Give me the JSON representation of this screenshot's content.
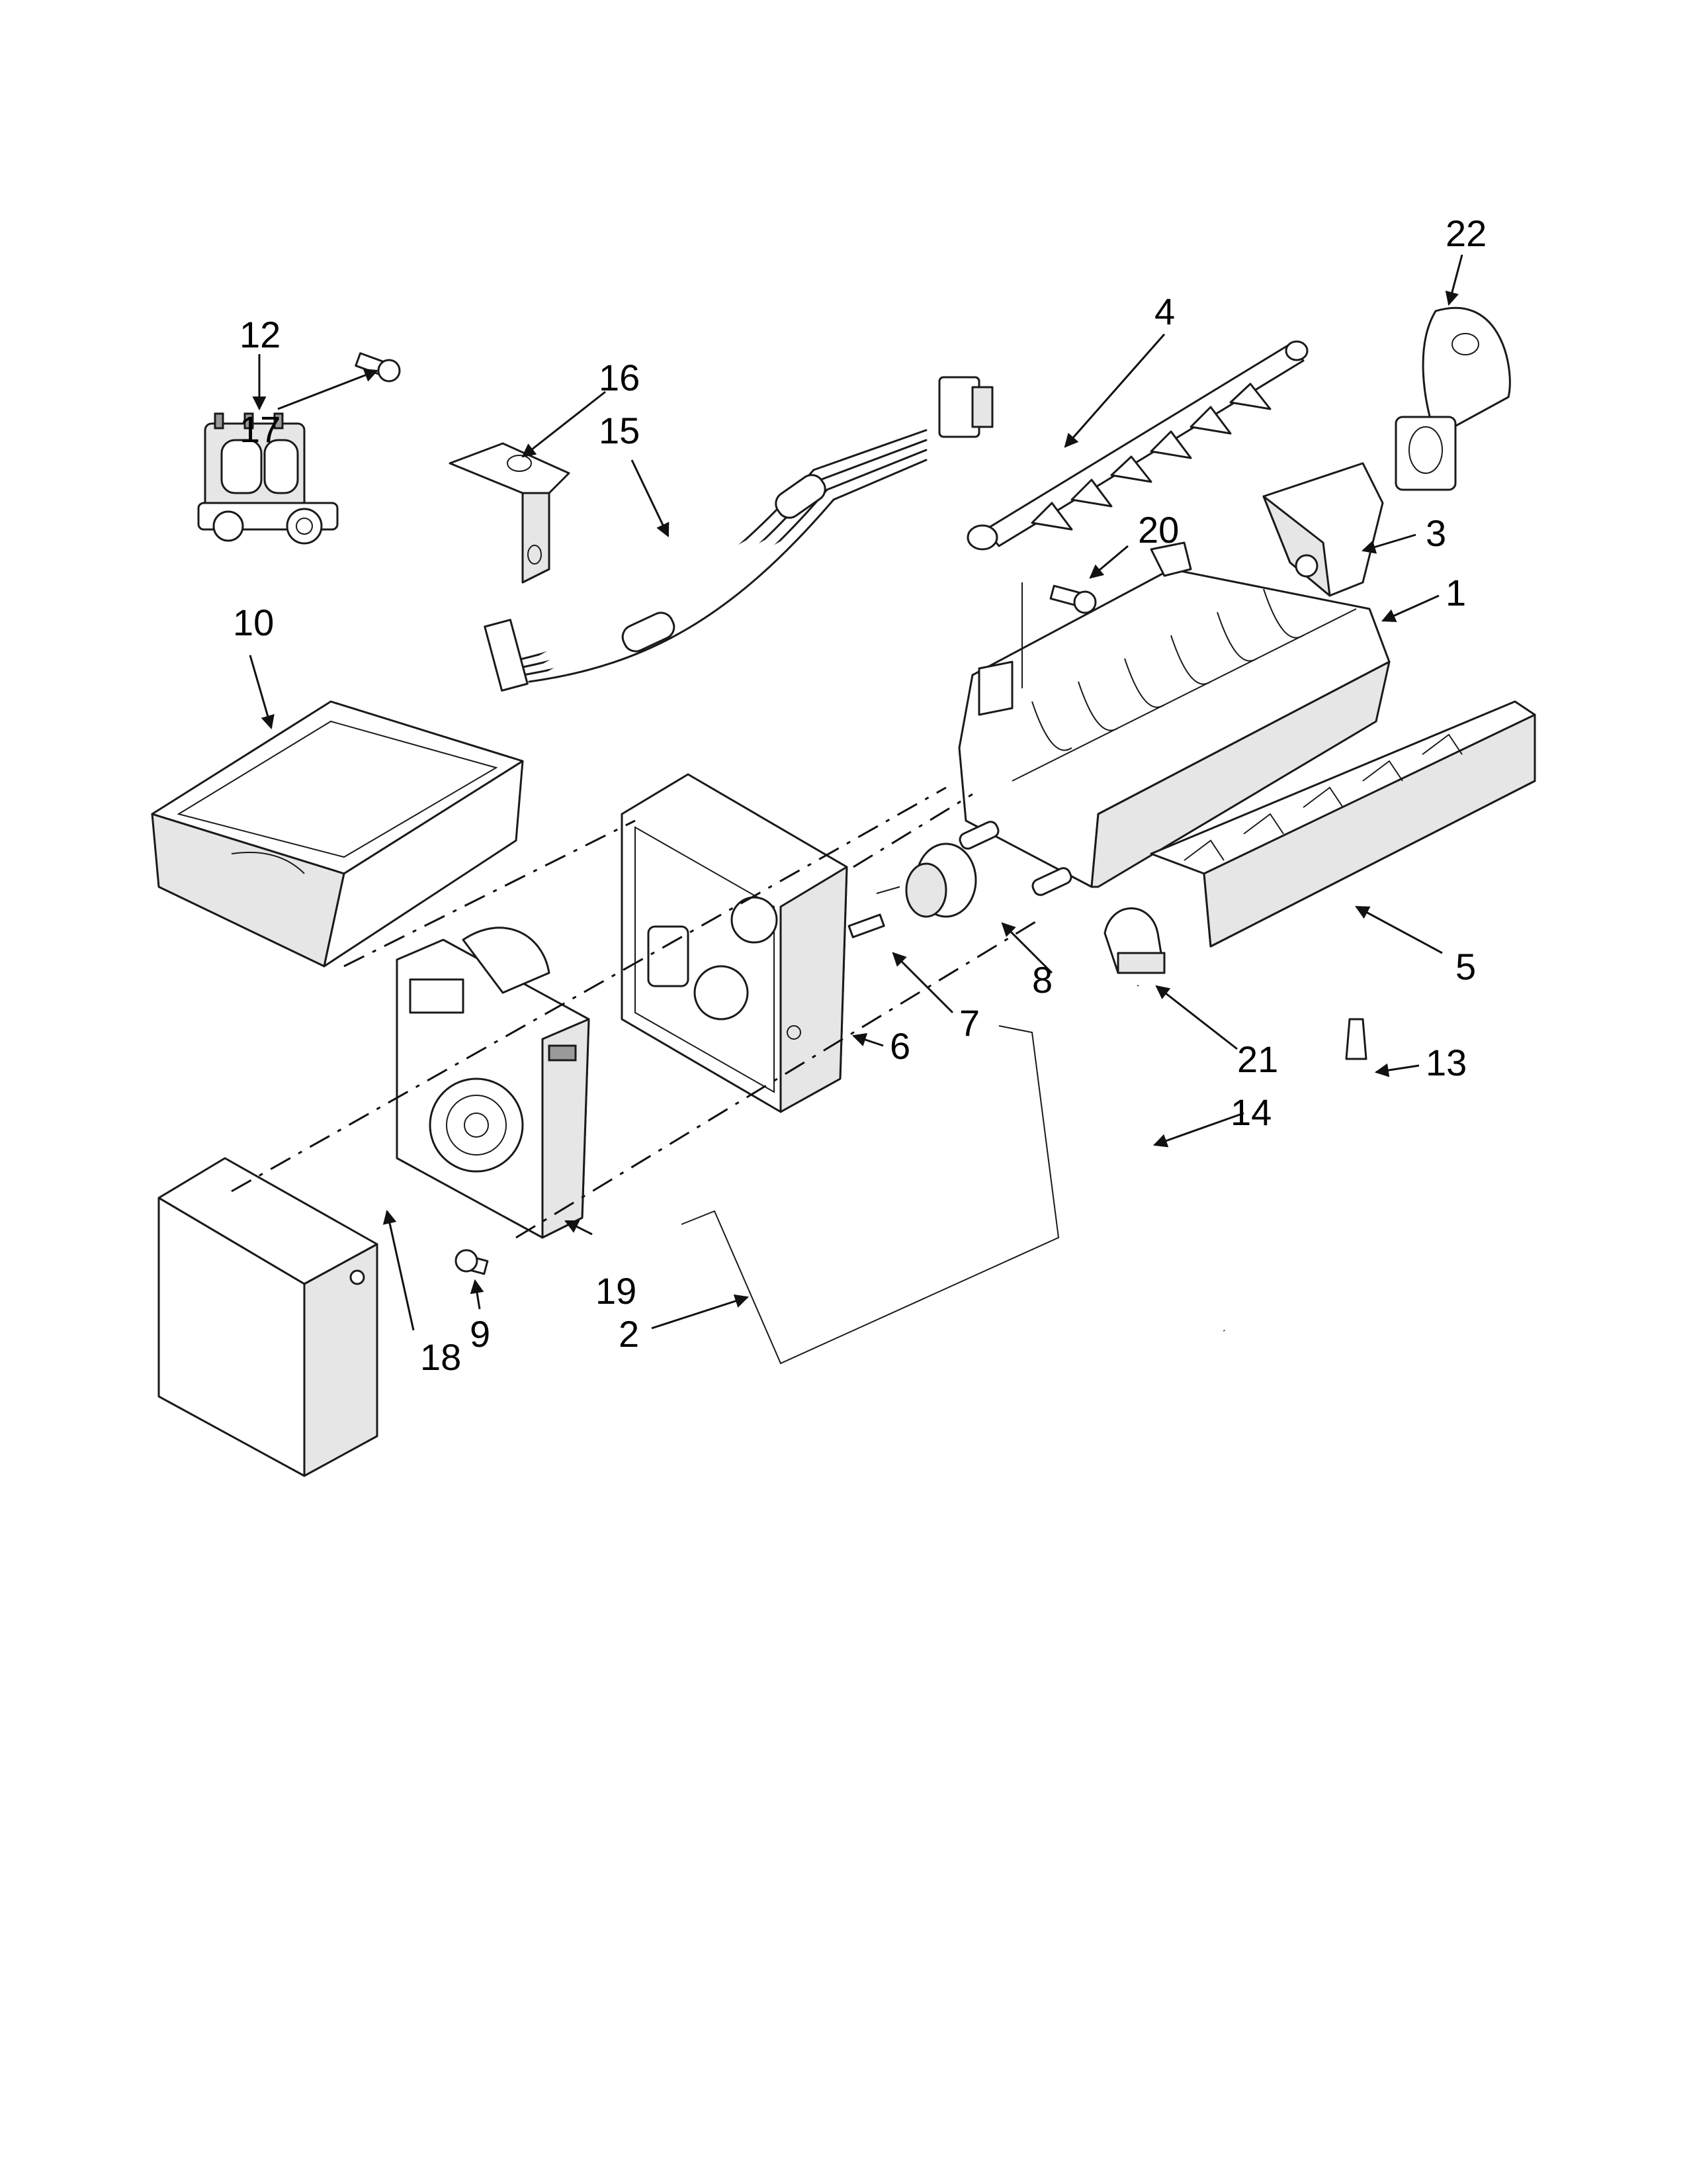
{
  "callouts": {
    "c1": "1",
    "c2": "2",
    "c3": "3",
    "c4": "4",
    "c5": "5",
    "c6": "6",
    "c7": "7",
    "c8": "8",
    "c9": "9",
    "c10": "10",
    "c12": "12",
    "c13": "13",
    "c14": "14",
    "c15": "15",
    "c16": "16",
    "c17": "17",
    "c18": "18",
    "c19": "19",
    "c20": "20",
    "c21": "21",
    "c22": "22"
  },
  "colors": {
    "line": "#1a1a1a",
    "background": "#ffffff"
  }
}
